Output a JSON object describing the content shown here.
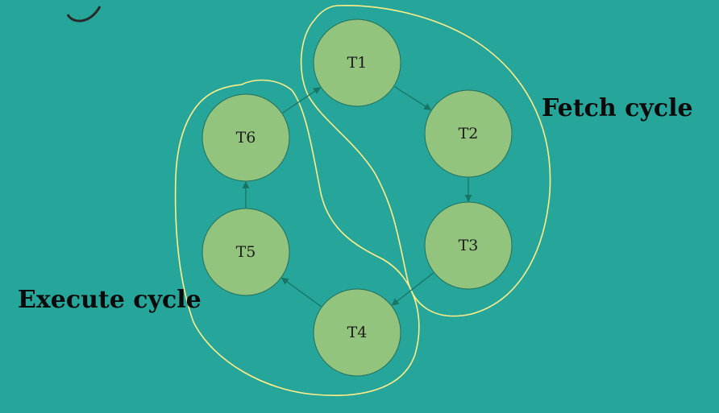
{
  "colors": {
    "background": "#26a69a",
    "node_fill": "#93c47d",
    "node_stroke": "#1f6e5a",
    "arrow": "#187563",
    "boundary": "#ffee88"
  },
  "nodes": [
    {
      "id": "t1",
      "label": "T1"
    },
    {
      "id": "t2",
      "label": "T2"
    },
    {
      "id": "t3",
      "label": "T3"
    },
    {
      "id": "t4",
      "label": "T4"
    },
    {
      "id": "t5",
      "label": "T5"
    },
    {
      "id": "t6",
      "label": "T6"
    }
  ],
  "edges": [
    {
      "from": "t1",
      "to": "t2"
    },
    {
      "from": "t2",
      "to": "t3"
    },
    {
      "from": "t3",
      "to": "t4"
    },
    {
      "from": "t4",
      "to": "t5"
    },
    {
      "from": "t5",
      "to": "t6"
    },
    {
      "from": "t6",
      "to": "t1"
    }
  ],
  "groups": {
    "fetch": {
      "label": "Fetch cycle"
    },
    "execute": {
      "label": "Execute cycle"
    }
  }
}
